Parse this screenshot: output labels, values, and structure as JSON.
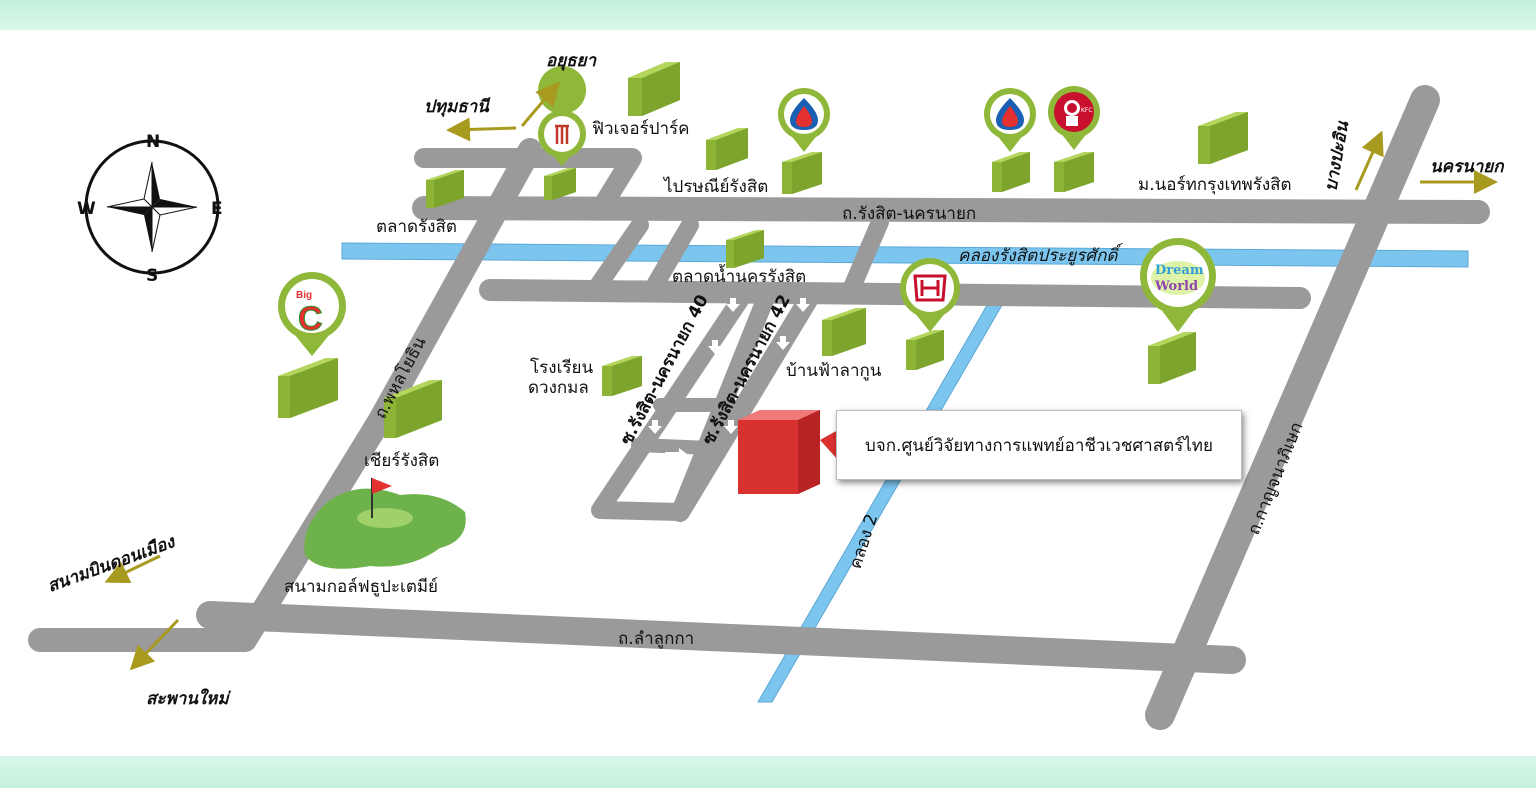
{
  "roads": {
    "rangsit_nakhon_nayok": "ถ.รังสิต-นครนายก",
    "phahon_yothin": "ถ.พหลโยธิน",
    "lam_luk_ka": "ถ.ลำลูกกา",
    "kanchanaphisek": "ถ.กาญจนาภิเษก",
    "soi_40": "ซ.รังสิต-นครนายก 40",
    "soi_42": "ซ.รังสิต-นครนายก 42",
    "canal_main": "คลองรังสิตประยูรศักดิ์",
    "canal_2": "คลอง 2"
  },
  "places": {
    "future_park": "ฟิวเจอร์ปาร์ค",
    "post_office": "ไปรษณีย์รังสิต",
    "talad_rangsit": "ตลาดรังสิต",
    "talad_nam": "ตลาดน้ำนครรังสิต",
    "north_bangkok_univ": "ม.นอร์ทกรุงเทพรังสิต",
    "school_line1": "โรงเรียน",
    "school_line2": "ดวงกมล",
    "baan_fah": "บ้านฟ้าลากูน",
    "cheer_rangsit": "เชียร์รังสิต",
    "golf": "สนามกอล์ฟธูปะเตมีย์",
    "target": "บจก.ศูนย์วิจัยทางการแพทย์อาชีวเวชศาสตร์ไทย"
  },
  "directions": {
    "ayutthaya": "อยุธยา",
    "pathum_thani": "ปทุมธานี",
    "bang_pa_in": "บางปะอิน",
    "nakhon_nayok": "นครนายก",
    "don_mueang": "สนามบินดอนเมือง",
    "saphan_mai": "สะพานใหม่"
  },
  "compass": {
    "n": "N",
    "s": "S",
    "e": "E",
    "w": "W"
  },
  "logos": {
    "big_c_top": "Big",
    "big_c_letter": "C",
    "kfc": "KFC",
    "dream": "Dream",
    "world": "World"
  },
  "colors": {
    "road": "#9a9a9a",
    "canal": "#7cc5ee",
    "building": "#9cc23a",
    "pin": "#8fb83a",
    "target": "#e03a3a",
    "arrow": "#a89a1e"
  }
}
